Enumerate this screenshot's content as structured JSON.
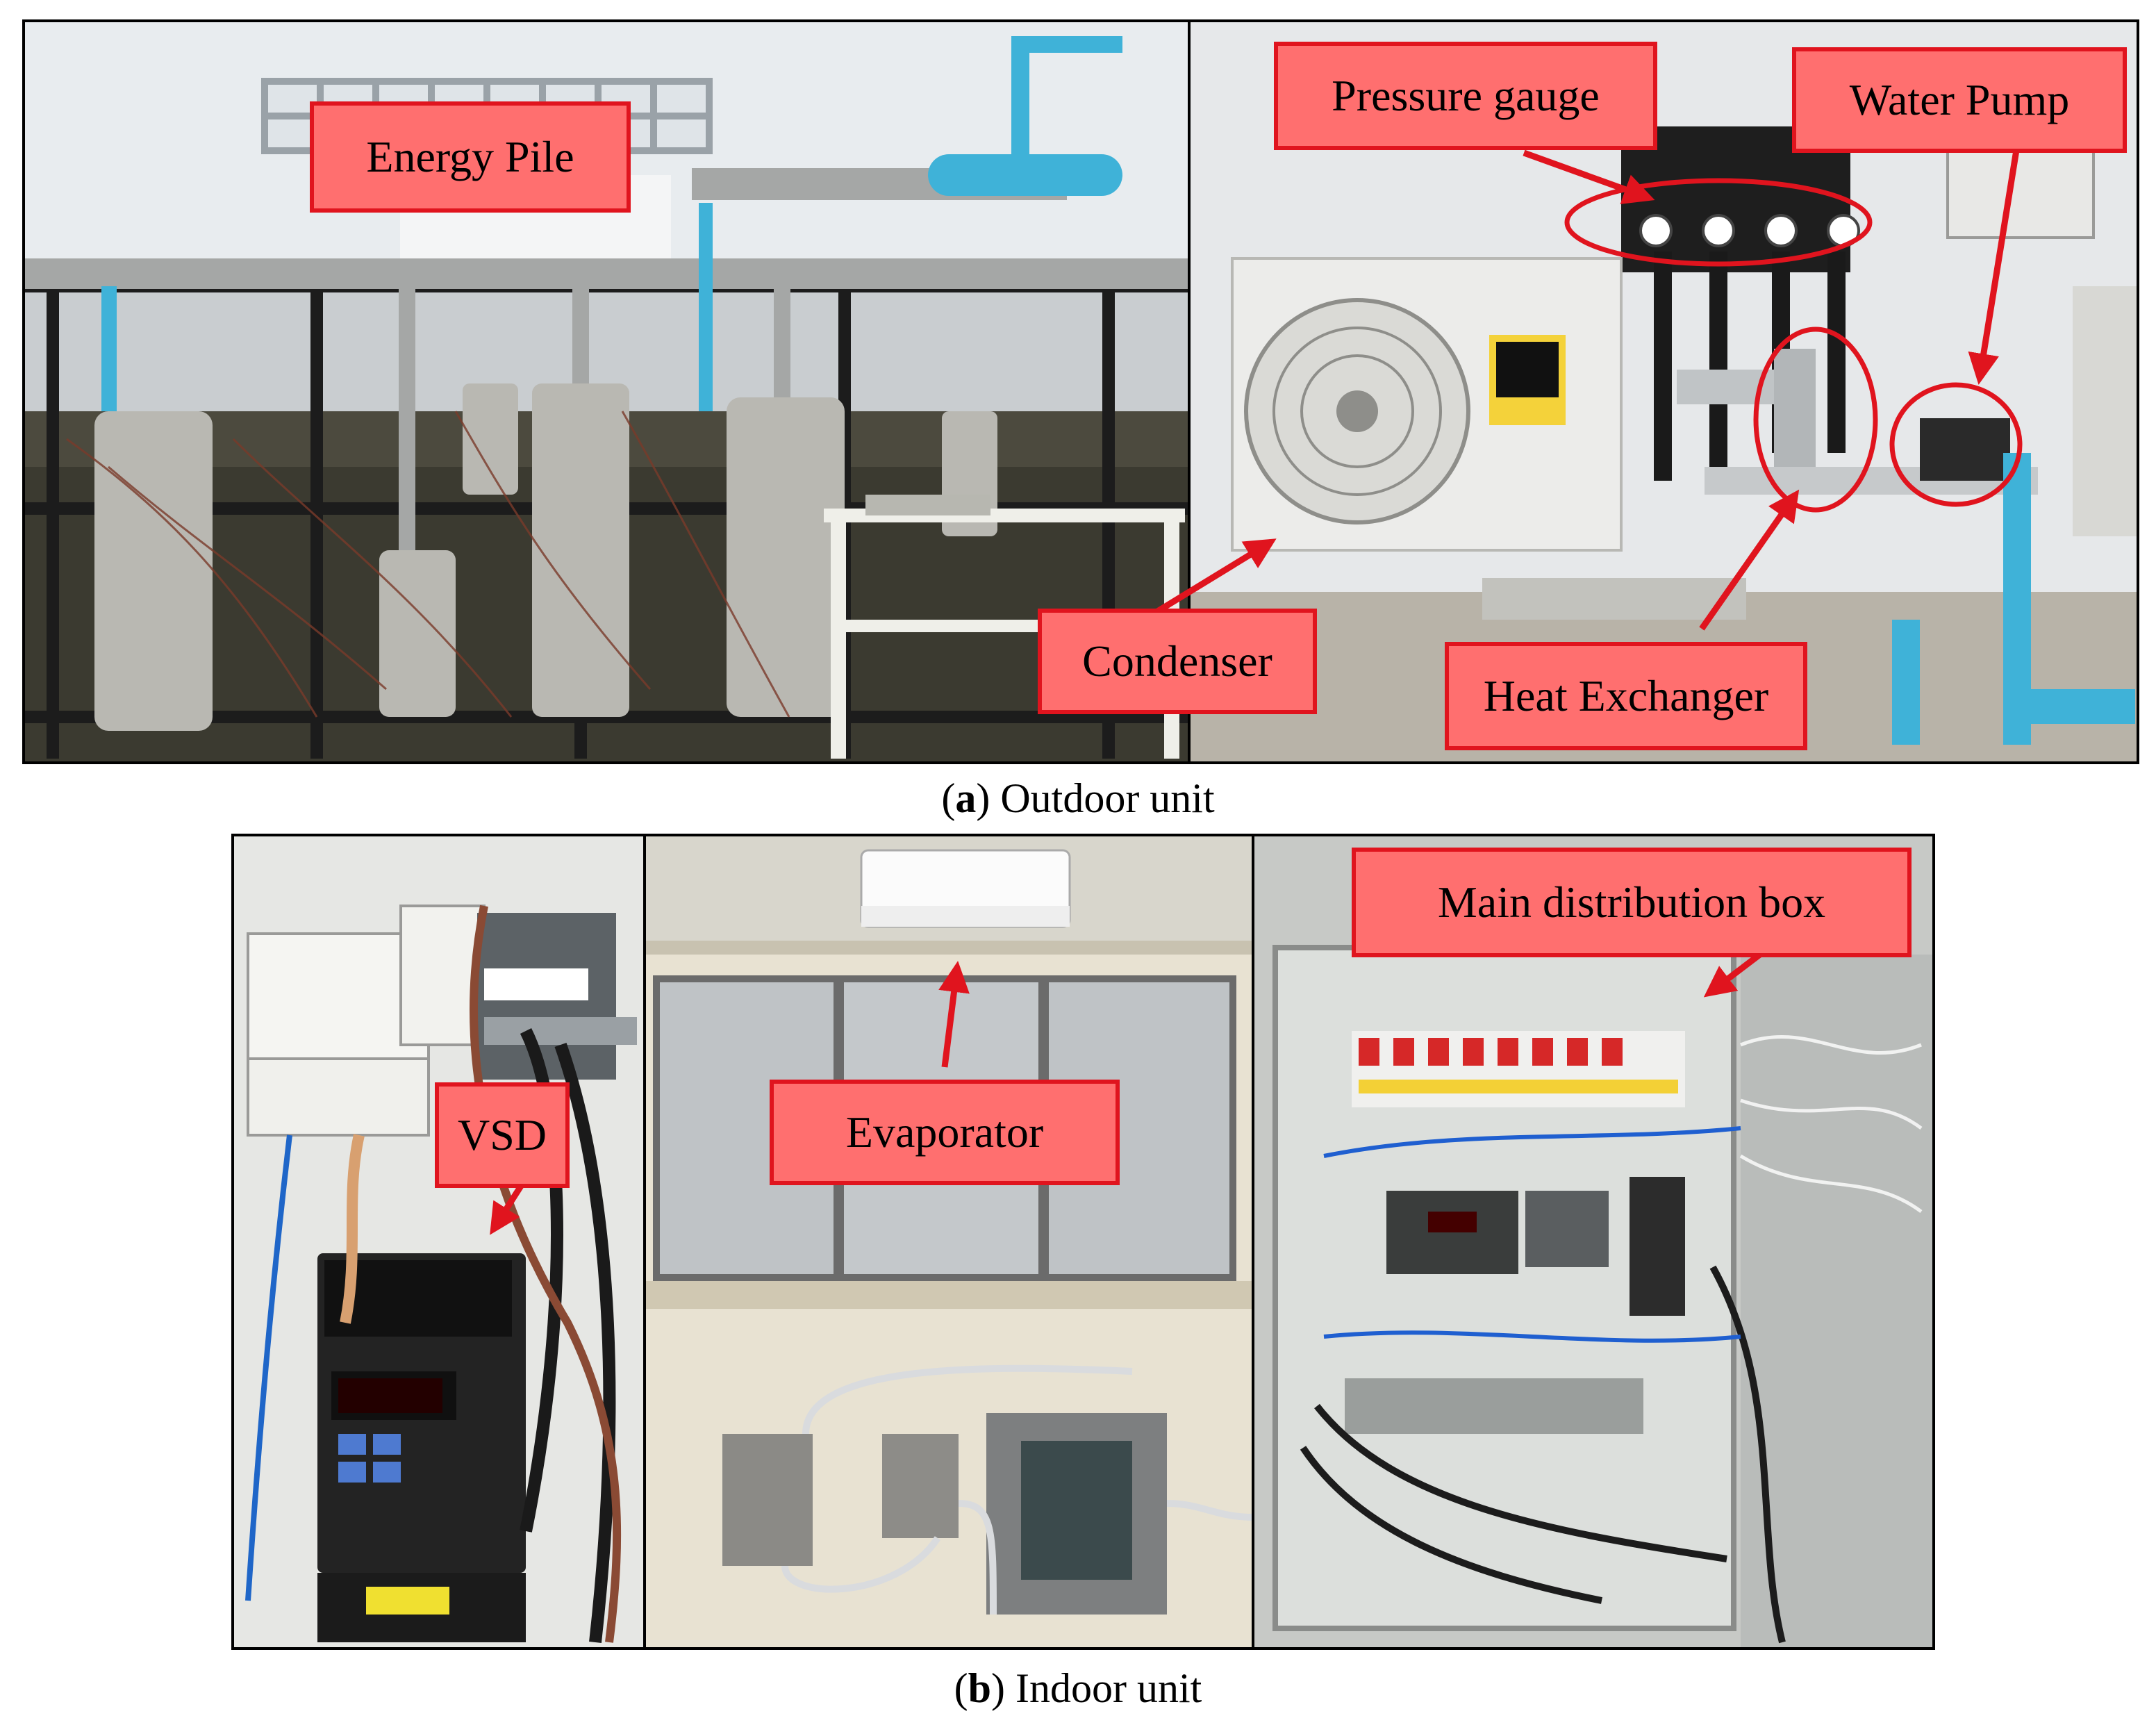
{
  "figure": {
    "panel_a": {
      "caption_letter": "a",
      "caption_text": " Outdoor unit",
      "labels": {
        "energy_pile": "Energy Pile",
        "pressure_gauge": "Pressure gauge",
        "water_pump": "Water Pump",
        "condenser": "Condenser",
        "heat_exchanger": "Heat Exchanger"
      }
    },
    "panel_b": {
      "caption_letter": "b",
      "caption_text": " Indoor unit",
      "labels": {
        "vsd": "VSD",
        "evaporator": "Evaporator",
        "main_distribution_box": "Main distribution box"
      }
    }
  },
  "colors": {
    "label_fill": "#ff6f6f",
    "label_border": "#e0141e",
    "arrow": "#e0141e"
  }
}
